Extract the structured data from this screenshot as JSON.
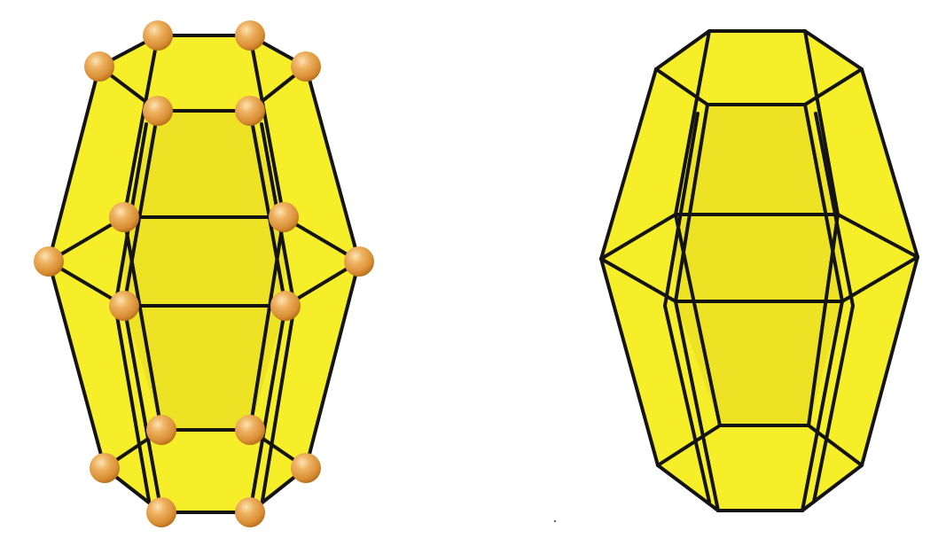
{
  "figure": {
    "description_visible_text": "",
    "colors": {
      "background": "#ffffff",
      "face_fill": "#f7ee2a",
      "face_fill_back": "#ebe020",
      "edge": "#141414",
      "atom": "#e9a64e",
      "atom_shadow": "#b86f1c",
      "atom_highlight": "#fbe3b5"
    },
    "models": [
      {
        "name": "ball-and-stick-cage",
        "style": "polyhedron with atoms at vertices",
        "vertex_count": 24,
        "ring_count": 2
      },
      {
        "name": "polyhedron-cage",
        "style": "polyhedron edges only",
        "vertex_count": 24,
        "ring_count": 2
      }
    ]
  }
}
